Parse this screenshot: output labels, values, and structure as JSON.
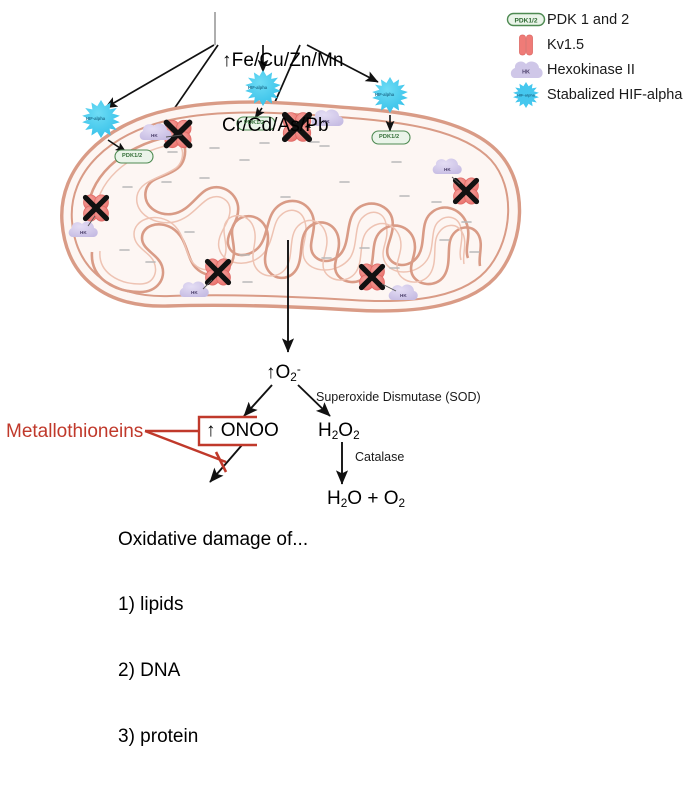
{
  "title": {
    "line1_arrow": "↑",
    "line1": "Fe/Cu/Zn/Mn",
    "line2": "Cr/Cd/As/Pb"
  },
  "legend": {
    "items": [
      {
        "icon": "pdk-box-icon",
        "label": "PDK 1 and 2",
        "glyph_text": "PDK1/2"
      },
      {
        "icon": "kv15-channel-icon",
        "label": "Kv1.5",
        "glyph_text": ""
      },
      {
        "icon": "hexokinase-cloud-icon",
        "label": "Hexokinase II",
        "glyph_text": "HK"
      },
      {
        "icon": "hif-alpha-star-icon",
        "label": "Stabalized HIF-alpha",
        "glyph_text": "HIF-alpha"
      }
    ]
  },
  "pathway": {
    "superoxide": "↑O",
    "superoxide_sub": "2",
    "superoxide_sup": "-",
    "sod_label": "Superoxide Dismutase (SOD)",
    "h2o2_h": "H",
    "h2o2_sub1": "2",
    "h2o2_o": "O",
    "h2o2_sub2": "2",
    "catalase_label": "Catalase",
    "products_h": "H",
    "products_sub1": "2",
    "products_o_plus": "O + O",
    "products_sub2": "2",
    "onoo": "↑ ONOO",
    "metallothioneins": "Metallothioneins",
    "oxidative_header": "Oxidative damage of...",
    "oxidative_items": [
      "1) lipids",
      "2) DNA",
      "3) protein"
    ]
  },
  "mitochondrion": {
    "pdk_markers": [
      "PDK1/2",
      "PDK1/2",
      "PDK1/2"
    ],
    "hk_markers": [
      "HK",
      "HK",
      "HK",
      "HK",
      "HK",
      "HK"
    ],
    "hif_markers": [
      "HIF-alpha",
      "HIF-alpha",
      "HIF-alpha"
    ],
    "kv_channel_count": 6
  },
  "colors": {
    "membrane_stroke": "#d99b86",
    "membrane_fill": "#fbf0ec",
    "matrix_fill": "#fdf6f3",
    "kv_red": "#ef7b77",
    "kv_red_dark": "#e0605c",
    "hif_blue": "#45c7ee",
    "hk_purple": "#cfc7e8",
    "pdk_green_stroke": "#4e8a52",
    "pdk_green_fill": "#eaf4e9",
    "inhibit_red": "#c0392b",
    "arrow_black": "#111111"
  }
}
